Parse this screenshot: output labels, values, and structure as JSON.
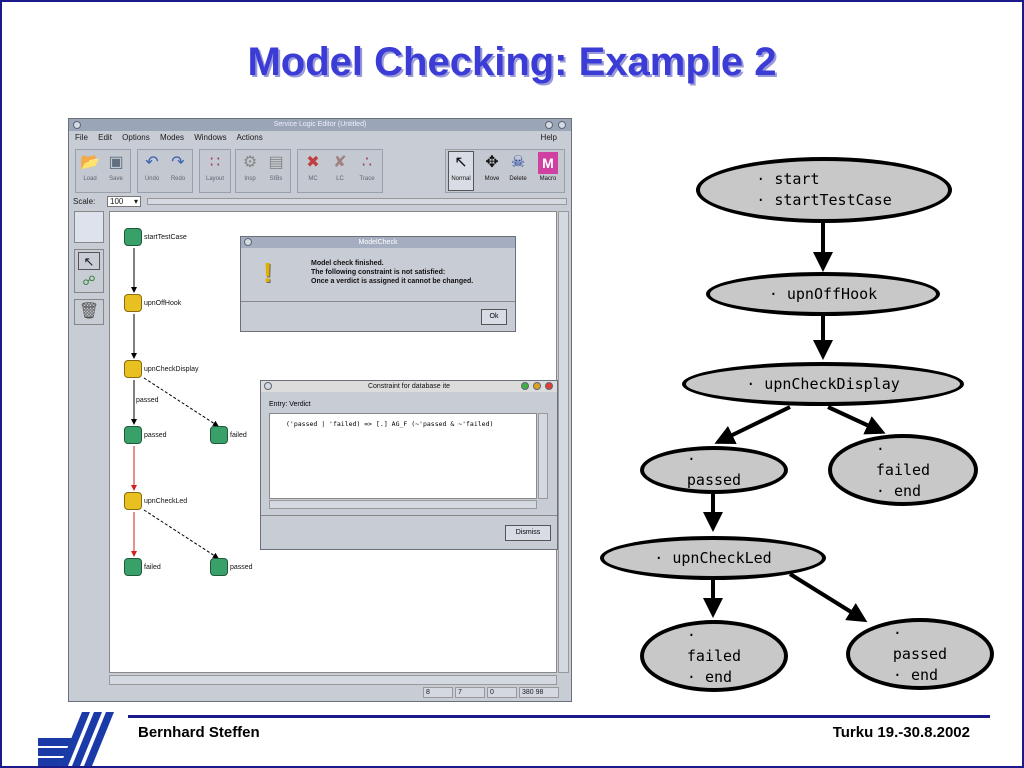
{
  "slide": {
    "title": "Model Checking: Example 2",
    "footer_author": "Bernhard Steffen",
    "footer_place": "Turku 19.-30.8.2002"
  },
  "editor": {
    "title": "Service Logic Editor (Untitled)",
    "menu": [
      "File",
      "Edit",
      "Options",
      "Modes",
      "Windows",
      "Actions"
    ],
    "help": "Help",
    "toolbar": [
      {
        "label": "Load",
        "icon": "folder-open-icon"
      },
      {
        "label": "Save",
        "icon": "save-icon"
      },
      {
        "label": "Undo",
        "icon": "undo-icon"
      },
      {
        "label": "Redo",
        "icon": "redo-icon"
      },
      {
        "label": "Layout",
        "icon": "layout-icon"
      },
      {
        "label": "Insp",
        "icon": "inspect-icon"
      },
      {
        "label": "SIBs",
        "icon": "sibs-icon"
      },
      {
        "label": "MC",
        "icon": "model-check-icon"
      },
      {
        "label": "LC",
        "icon": "local-check-icon"
      },
      {
        "label": "Trace",
        "icon": "trace-icon"
      },
      {
        "label": "Normal",
        "icon": "pointer-icon"
      },
      {
        "label": "Move",
        "icon": "move-icon"
      },
      {
        "label": "Delete",
        "icon": "delete-icon"
      },
      {
        "label": "Macro",
        "icon": "macro-icon"
      }
    ],
    "scale_label": "Scale:",
    "scale_value": "100",
    "status": [
      "8",
      "7",
      "0",
      "380 98"
    ],
    "graph": {
      "nodes": [
        {
          "label": "startTestCase",
          "kind": "green"
        },
        {
          "label": "upnOffHook",
          "kind": "yellow"
        },
        {
          "label": "upnCheckDisplay",
          "kind": "yellow"
        },
        {
          "label": "passed",
          "kind": "green"
        },
        {
          "label": "failed",
          "kind": "green"
        },
        {
          "label": "upnCheckLed",
          "kind": "yellow"
        },
        {
          "label": "failed",
          "kind": "green"
        },
        {
          "label": "passed",
          "kind": "green"
        }
      ],
      "edge_label": "passed"
    }
  },
  "modelcheck_dialog": {
    "title": "ModelCheck",
    "message": [
      "Model check finished.",
      "The following constraint is not satisfied:",
      "Once a verdict is assigned it cannot be changed."
    ],
    "ok": "Ok"
  },
  "constraint_dialog": {
    "title": "Constraint for database ite",
    "entry": "Entry: Verdict",
    "formula": "('passed | 'failed) => [.] AG_F (~'passed & ~'failed)",
    "dismiss": "Dismiss"
  },
  "flow": {
    "n1": "· start\n· startTestCase",
    "n2": "· upnOffHook",
    "n3": "· upnCheckDisplay",
    "n4": "·\npassed",
    "n5": "·\nfailed\n· end",
    "n6": "· upnCheckLed",
    "n7": "·\nfailed\n· end",
    "n8": "·\npassed\n· end"
  }
}
